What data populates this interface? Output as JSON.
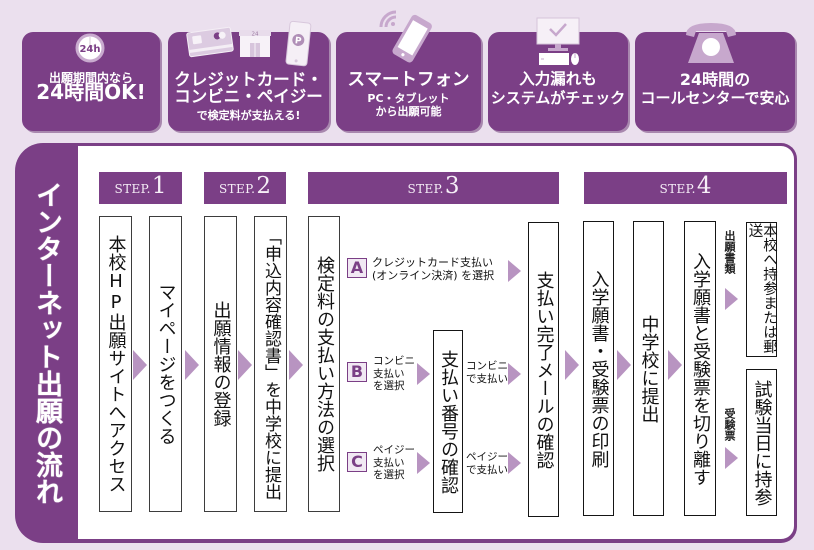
{
  "colors": {
    "brand_purple": "#7b3f86",
    "background": "#ebe0ee",
    "icon_light_purple": "#c7a8cd",
    "arrow_purple": "#b894c1"
  },
  "features": [
    {
      "icon": "clock-24h-icon",
      "icon_text": "24h",
      "lines": [
        "出願期間内なら",
        "24時間OK!"
      ]
    },
    {
      "icon": "payment-methods-icon",
      "store_sign": "24",
      "app_logo": "P",
      "lines": [
        "クレジットカード・",
        "コンビニ・ペイジー",
        "で検定料が支払える!"
      ]
    },
    {
      "icon": "smartphone-wifi-icon",
      "lines": [
        "スマートフォン",
        "PC・タブレット",
        "から出願可能"
      ]
    },
    {
      "icon": "computer-check-icon",
      "lines": [
        "入力漏れも",
        "システムがチェック"
      ]
    },
    {
      "icon": "telephone-icon",
      "lines": [
        "24時間の",
        "コールセンターで安心"
      ]
    }
  ],
  "flow": {
    "title": "インターネット出願の流れ",
    "steps": [
      {
        "prefix": "STEP.",
        "number": "1"
      },
      {
        "prefix": "STEP.",
        "number": "2"
      },
      {
        "prefix": "STEP.",
        "number": "3"
      },
      {
        "prefix": "STEP.",
        "number": "4"
      }
    ],
    "step1": [
      "本校HP出願サイトへアクセス",
      "マイページをつくる"
    ],
    "step2": [
      "出願情報の登録",
      "「申込内容確認書」を中学校に提出"
    ],
    "step3": {
      "select_method": "検定料の支払い方法の選択",
      "options": [
        {
          "letter": "A",
          "lines": [
            "クレジットカード支払い",
            "(オンライン決済) を選択"
          ]
        },
        {
          "letter": "B",
          "lines": [
            "コンビニ",
            "支払い",
            "を選択"
          ],
          "next_lines": [
            "コンビニ",
            "で支払い"
          ]
        },
        {
          "letter": "C",
          "lines": [
            "ペイジー",
            "支払い",
            "を選択"
          ],
          "next_lines": [
            "ペイジー",
            "で支払い"
          ]
        }
      ],
      "payment_number": "支払い番号の確認",
      "completion_mail": "支払い完了メールの確認"
    },
    "step4": {
      "print": "入学願書・受験票の印刷",
      "submit": "中学校に提出",
      "separate": "入学願書と受験票を切り離す",
      "documents_label": "出願書類",
      "documents_action": "本校へ持参または郵送",
      "ticket_label": "受験票",
      "ticket_action": "試験当日に持参"
    }
  }
}
